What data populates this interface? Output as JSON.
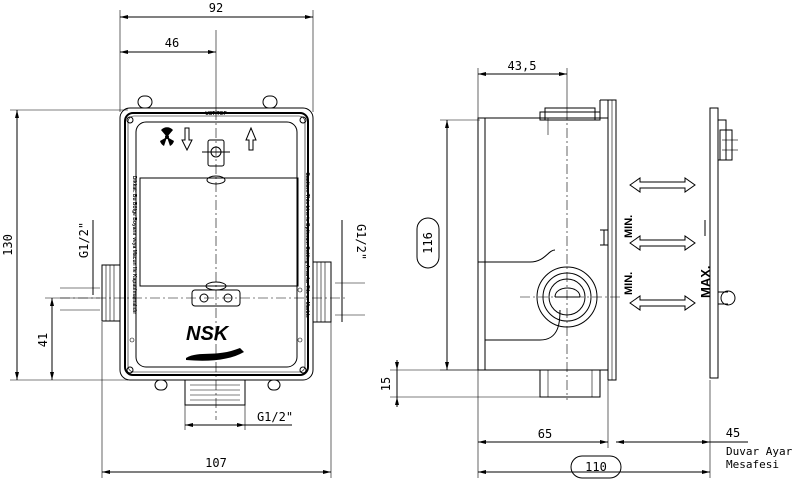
{
  "front_view": {
    "dim_width_top": "92",
    "dim_offset_top": "46",
    "dim_height": "130",
    "dim_bottom_offset": "41",
    "dim_width_bottom": "107",
    "thread_left": "G1/2\"",
    "thread_right": "G1/2\"",
    "thread_bottom": "G1/2\"",
    "top_label": "UST-TOP",
    "brand": "NSK",
    "side_text_left": "Dikkat: Bu Bölge Boyanır veya Macun ile Kapatılmamalıdır",
    "side_text_right": "Caution: This Line is Optimum Cutting Area for Tile or Marble"
  },
  "side_view": {
    "dim_depth_top": "43,5",
    "dim_height": "116",
    "dim_bottom": "15",
    "dim_depth_65": "65",
    "dim_45": "45",
    "dim_total": "110",
    "min_label": "MIN.",
    "max_label": "MAX.",
    "note_line1": "Duvar Ayar",
    "note_line2": "Mesafesi"
  }
}
